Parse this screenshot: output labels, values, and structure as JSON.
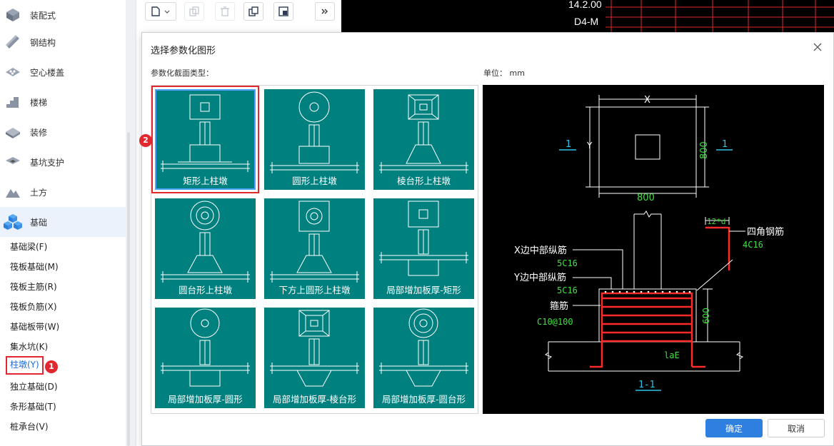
{
  "sidebar": {
    "categories": [
      {
        "label": "装配式"
      },
      {
        "label": "钢结构"
      },
      {
        "label": "空心楼盖"
      },
      {
        "label": "楼梯"
      },
      {
        "label": "装修"
      },
      {
        "label": "基坑支护"
      },
      {
        "label": "土方"
      },
      {
        "label": "基础"
      }
    ],
    "subitems": [
      {
        "label": "基础梁(F)"
      },
      {
        "label": "筏板基础(M)"
      },
      {
        "label": "筏板主筋(R)"
      },
      {
        "label": "筏板负筋(X)"
      },
      {
        "label": "基础板带(W)"
      },
      {
        "label": "集水坑(K)"
      },
      {
        "label": "柱墩(Y)"
      },
      {
        "label": "独立基础(D)"
      },
      {
        "label": "条形基础(T)"
      },
      {
        "label": "桩承台(V)"
      }
    ],
    "badge1": "1",
    "accent": "#1f6bd8"
  },
  "cad": {
    "text1": "14.2.00",
    "text2": "D4-M"
  },
  "dialog": {
    "title": "选择参数化图形",
    "type_label": "参数化截面类型：",
    "unit_label": "单位： mm",
    "badge2": "2",
    "shapes": [
      {
        "label": "矩形上柱墩"
      },
      {
        "label": "圆形上柱墩"
      },
      {
        "label": "棱台形上柱墩"
      },
      {
        "label": "圆台形上柱墩"
      },
      {
        "label": "下方上圆形上柱墩"
      },
      {
        "label": "局部增加板厚-矩形"
      },
      {
        "label": "局部增加板厚-圆形"
      },
      {
        "label": "局部增加板厚-棱台形"
      },
      {
        "label": "局部增加板厚-圆台形"
      }
    ],
    "selected_index": 0,
    "ok_label": "确定",
    "cancel_label": "取消"
  },
  "preview": {
    "dim_x": "X",
    "dim_y": "Y",
    "dim_800_bottom": "800",
    "dim_800_right": "800",
    "sec_mark_left": "1",
    "sec_mark_right": "1",
    "lbl_x_mid": "X边中部纵筋",
    "val_x_mid": "5C16",
    "lbl_y_mid": "Y边中部纵筋",
    "val_y_mid": "5C16",
    "lbl_stirrup": "箍筋",
    "val_stirrup": "C10@100",
    "lbl_corner": "四角钢筋",
    "val_corner": "4C16",
    "dim_12d": "12*d",
    "dim_600": "600",
    "lbl_lae": "laE",
    "section_title": "1-1"
  }
}
